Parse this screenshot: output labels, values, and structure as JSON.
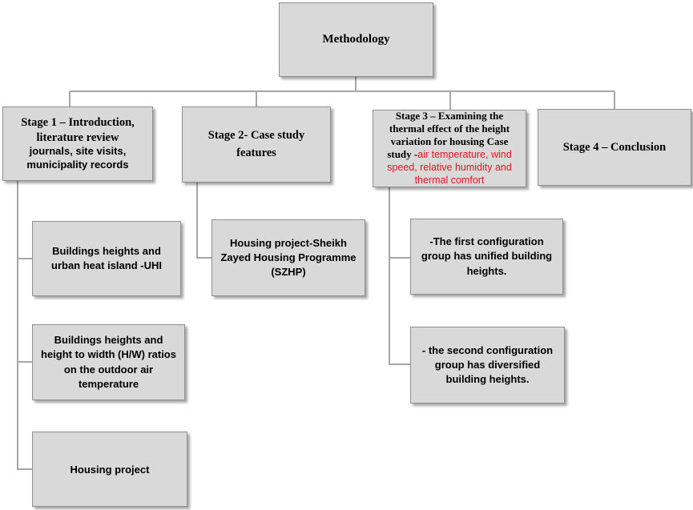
{
  "root": {
    "label": "Methodology"
  },
  "stages": [
    {
      "title": "Stage 1 – Introduction, literature review",
      "subtitle": "journals, site visits, municipality records"
    },
    {
      "title": "Stage 2- Case study features"
    },
    {
      "title_line1": "Stage 3 – Examining the",
      "title_line2": "thermal effect of the height",
      "title_line3": "variation for housing  Case",
      "title_line4_prefix": "study -",
      "highlight": "air temperature, wind speed, relative humidity and thermal comfort"
    },
    {
      "title": "Stage 4 – Conclusion"
    }
  ],
  "stage1_children": [
    "Buildings heights and urban heat island -UHI",
    "Buildings heights and height to width (H/W) ratios on the outdoor air temperature",
    "Housing project"
  ],
  "stage2_children": [
    "Housing project-Sheikh Zayed Housing Programme (SZHP)"
  ],
  "stage3_children": [
    "-The first configuration group has unified building heights.",
    "- the second configuration group has diversified building heights."
  ],
  "colors": {
    "box_fill": "#d9d9d9",
    "box_border": "#8f8f8f",
    "connector": "#a6a6a6",
    "highlight_text": "#e8141e"
  }
}
